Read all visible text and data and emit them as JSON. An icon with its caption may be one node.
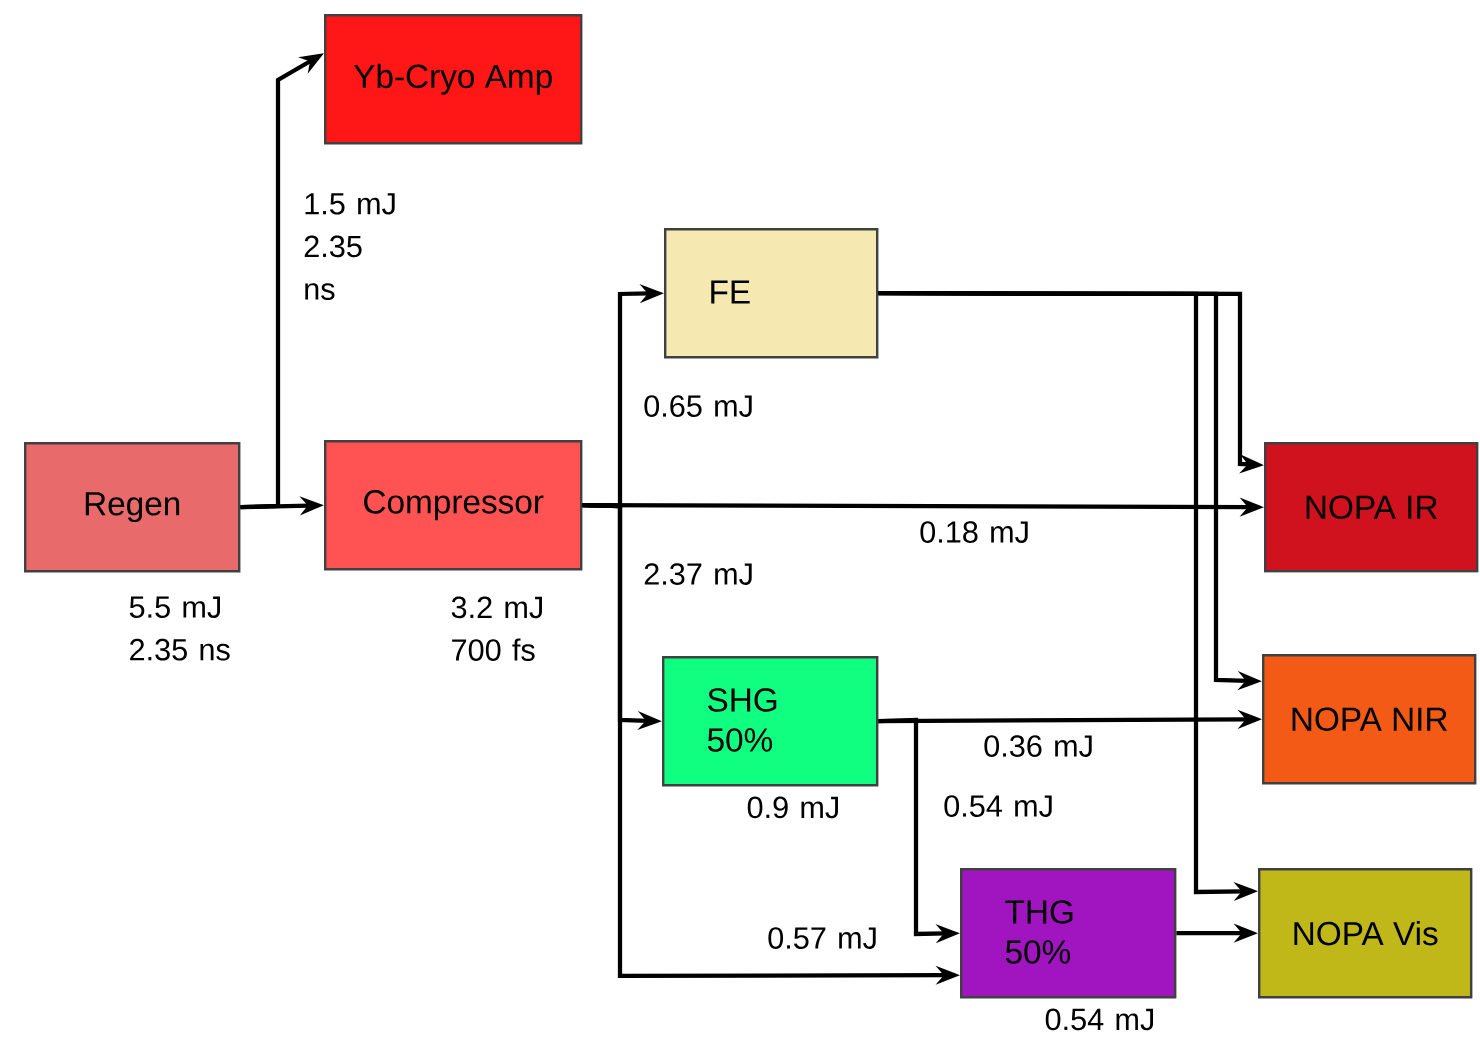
{
  "diagram": {
    "nodes": [
      {
        "text": [
          "Regen"
        ],
        "beside": [
          "5.5 mJ 2.35 ns"
        ]
      },
      {
        "text": [
          "Yb-Cryo Amp"
        ]
      },
      {
        "text": [
          "Compressor"
        ],
        "beside": [
          "3.2 mJ 700 fs"
        ]
      },
      {
        "text": [
          "FE"
        ]
      },
      {
        "text": [
          "SHG 50%"
        ],
        "beside": [
          "0.9 mJ"
        ]
      },
      {
        "text": [
          "THG 50%"
        ],
        "beside": [
          "0.54 mJ"
        ]
      },
      {
        "text": [
          "NOPA IR"
        ]
      },
      {
        "text": [
          "NOPA NIR"
        ]
      },
      {
        "text": [
          "NOPA Vis"
        ]
      }
    ],
    "edges": [
      {
        "from": 0,
        "to": 1,
        "arrow": "to",
        "label": "1.5 mJ 2.35 ns"
      },
      {
        "from": 0,
        "to": 2,
        "arrow": "to"
      },
      {
        "from": 2,
        "to": 3,
        "arrow": "to",
        "label": "0.65 mJ"
      },
      {
        "from": 2,
        "to": 6,
        "arrow": "to",
        "label": "0.18 mJ"
      },
      {
        "from": 2,
        "to": 4,
        "arrow": "to",
        "label": "2.37 mJ"
      },
      {
        "from": 2,
        "to": 5,
        "arrow": "to",
        "label": "0.57 mJ"
      },
      {
        "from": 3,
        "to": 6,
        "arrow": "to"
      },
      {
        "from": 3,
        "to": 7,
        "arrow": "to"
      },
      {
        "from": 3,
        "to": 8,
        "arrow": "to"
      },
      {
        "from": 4,
        "to": 7,
        "arrow": "to",
        "label": "0.36 mJ"
      },
      {
        "from": 4,
        "to": 5,
        "arrow": "to",
        "label": "0.54 mJ"
      },
      {
        "from": 5,
        "to": 8,
        "arrow": "to"
      }
    ]
  }
}
